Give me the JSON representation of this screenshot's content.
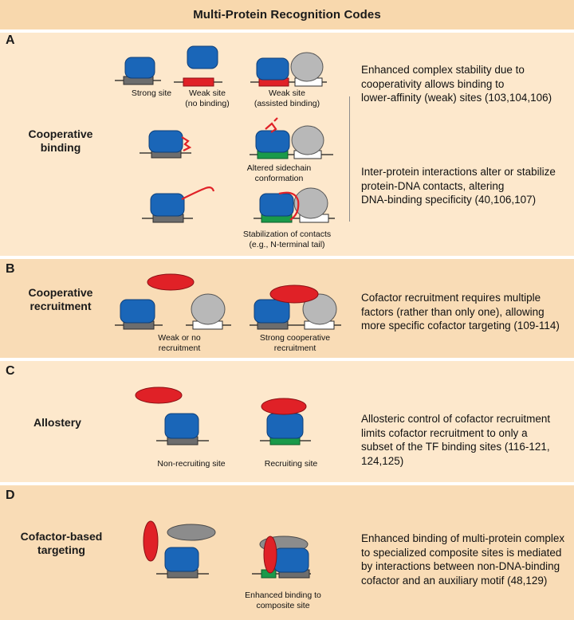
{
  "title": "Multi-Protein Recognition Codes",
  "colors": {
    "title_bg": "#f8d8ad",
    "panel_light": "#fde8cc",
    "panel_dark": "#f9dcb6",
    "tf_blue": "#1a66b8",
    "partner_gray": "#b8b8b8",
    "cofactor_red": "#e02127",
    "site_gray": "#6d6d6d",
    "site_green": "#1a9a4a",
    "site_red": "#e02127",
    "site_white": "#ffffff"
  },
  "panels": {
    "a": {
      "letter": "A",
      "heading": "Cooperative\nbinding",
      "captions": {
        "strong_site": "Strong site",
        "weak_site_no_binding": "Weak site\n(no binding)",
        "weak_site_assisted": "Weak site\n(assisted binding)",
        "altered_sidechain": "Altered sidechain\nconformation",
        "stabilization": "Stabilization of contacts\n(e.g., N-terminal tail)"
      },
      "desc1": "Enhanced complex stability due to\ncooperativity allows binding to\nlower-affinity (weak) sites (103,104,106)",
      "desc2": "Inter-protein interactions alter or stabilize\nprotein-DNA contacts, altering\nDNA-binding specificity (40,106,107)"
    },
    "b": {
      "letter": "B",
      "heading": "Cooperative\nrecruitment",
      "captions": {
        "weak_recruitment": "Weak or no\nrecruitment",
        "strong_recruitment": "Strong cooperative\nrecruitment"
      },
      "desc": "Cofactor recruitment requires multiple\nfactors (rather than only one), allowing\nmore specific cofactor targeting (109-114)"
    },
    "c": {
      "letter": "C",
      "heading": "Allostery",
      "captions": {
        "non_recruiting": "Non-recruiting site",
        "recruiting": "Recruiting  site"
      },
      "desc": "Allosteric control of cofactor recruitment\nlimits cofactor recruitment to only a\nsubset of the TF binding sites (116-121,\n124,125)"
    },
    "d": {
      "letter": "D",
      "heading": "Cofactor-based\ntargeting",
      "captions": {
        "composite": "Enhanced binding to\ncomposite site"
      },
      "desc": "Enhanced binding of multi-protein complex\nto specialized composite sites is mediated\nby interactions between non-DNA-binding\ncofactor and an auxiliary motif (48,129)"
    }
  }
}
